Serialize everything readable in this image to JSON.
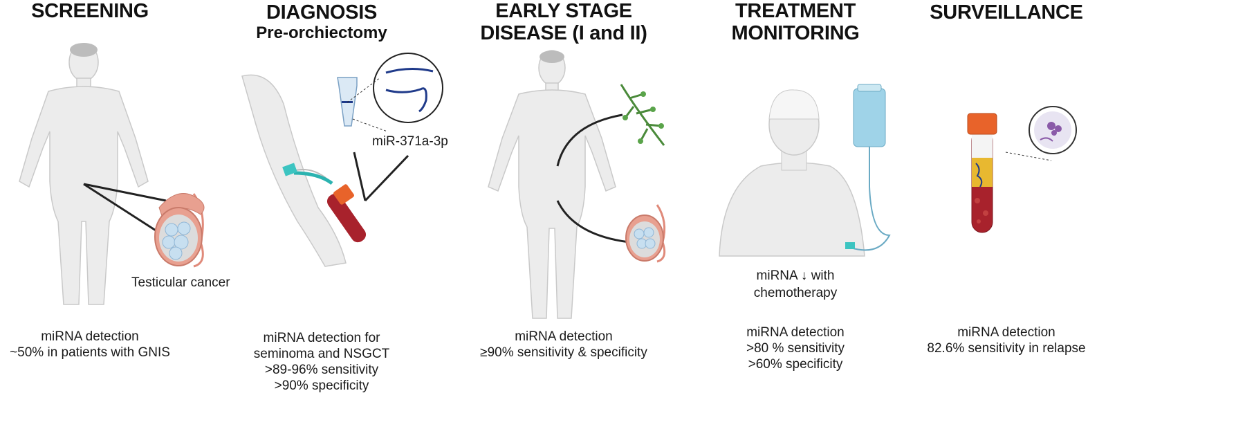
{
  "panels": [
    {
      "title_lines": [
        "SCREENING"
      ],
      "subtitle": "",
      "caption_lines": [
        "miRNA detection",
        "~50% in patients with GNIS"
      ],
      "callout_label": "Testicular cancer"
    },
    {
      "title_lines": [
        "DIAGNOSIS"
      ],
      "subtitle": "Pre-orchiectomy",
      "caption_lines": [
        "miRNA detection for",
        "seminoma and NSGCT",
        ">89-96% sensitivity",
        ">90% specificity"
      ],
      "callout_label": "miR-371a-3p"
    },
    {
      "title_lines": [
        "EARLY STAGE",
        "DISEASE (I and II)"
      ],
      "subtitle": "",
      "caption_lines": [
        "miRNA detection",
        "≥90% sensitivity & specificity"
      ],
      "callout_label": ""
    },
    {
      "title_lines": [
        "TREATMENT",
        "MONITORING"
      ],
      "subtitle": "",
      "caption_lines": [
        "miRNA detection",
        ">80 % sensitivity",
        ">60% specificity"
      ],
      "callout_label": "miRNA ↓ with\nchemotherapy"
    },
    {
      "title_lines": [
        "SURVEILLANCE"
      ],
      "subtitle": "",
      "caption_lines": [
        "miRNA detection",
        "82.6% sensitivity in relapse"
      ],
      "callout_label": ""
    }
  ],
  "colors": {
    "body_fill": "#ececec",
    "body_stroke": "#c9c9c9",
    "testis": "#e8a090",
    "tumor": "#c7dff0",
    "rna": "#1f3a8a",
    "vessel": "#4a8a3a",
    "iv_bag": "#9fd3e8",
    "tube_cap": "#e8632a",
    "blood": "#a8222c",
    "plasma": "#e8b830"
  }
}
